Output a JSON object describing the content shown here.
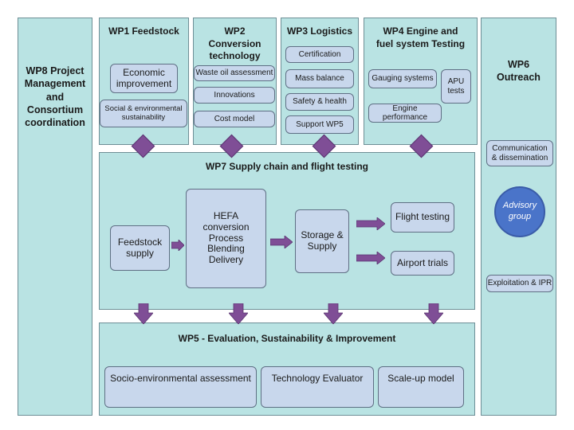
{
  "wp8": {
    "title": "WP8 Project Management and Consortium coordination"
  },
  "wp1": {
    "title": "WP1 Feedstock",
    "items": [
      "Economic improvement",
      "Social & environmental sustainability"
    ]
  },
  "wp2": {
    "title": "WP2 Conversion technology",
    "items": [
      "Waste oil assessment",
      "Innovations",
      "Cost model"
    ]
  },
  "wp3": {
    "title": "WP3 Logistics",
    "items": [
      "Certification",
      "Mass balance",
      "Safety & health",
      "Support WP5"
    ]
  },
  "wp4": {
    "title": "WP4 Engine and fuel system Testing",
    "items": [
      "Gauging systems",
      "APU tests",
      "Engine performance"
    ]
  },
  "wp6": {
    "title": "WP6 Outreach",
    "items": [
      "Communication & dissemination",
      "Exploitation & IPR"
    ],
    "advisory": "Advisory group"
  },
  "wp7": {
    "title": "WP7 Supply chain and flight testing",
    "feedstock": "Feedstock supply",
    "hefa": "HEFA conversion Process Blending Delivery",
    "storage": "Storage & Supply",
    "flight": "Flight testing",
    "airport": "Airport trials"
  },
  "wp5": {
    "title": "WP5 - Evaluation, Sustainability & Improvement",
    "items": [
      "Socio-environmental assessment",
      "Technology Evaluator",
      "Scale-up model"
    ]
  },
  "colors": {
    "panel": "#b9e3e3",
    "box": "#c8d7ec",
    "connector": "#7f4e96",
    "advisory": "#4a74c9"
  }
}
